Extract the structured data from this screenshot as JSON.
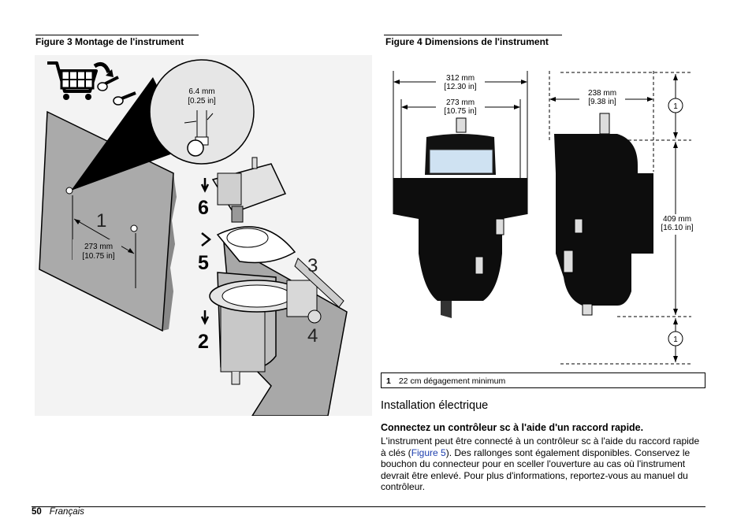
{
  "figure3": {
    "title": "Figure 3  Montage de l'instrument",
    "detail_dim_mm": "6.4 mm",
    "detail_dim_in": "[0.25 in]",
    "spacing_mm": "273 mm",
    "spacing_in": "[10.75 in]",
    "steps": [
      "1",
      "2",
      "3",
      "4",
      "5",
      "6"
    ]
  },
  "figure4": {
    "title": "Figure 4  Dimensions de l'instrument",
    "outer_width_mm": "312 mm",
    "outer_width_in": "[12.30 in]",
    "inner_width_mm": "273 mm",
    "inner_width_in": "[10.75 in]",
    "depth_mm": "238 mm",
    "depth_in": "[9.38 in]",
    "height_mm": "409 mm",
    "height_in": "[16.10 in]",
    "callout": "1"
  },
  "legend": {
    "number": "1",
    "text": "22 cm dégagement minimum"
  },
  "section": {
    "heading": "Installation électrique",
    "subheading": "Connectez un contrôleur sc à l'aide d'un raccord rapide.",
    "para_before_link": "L'instrument peut être connecté à un contrôleur sc à l'aide du raccord rapide à clés (",
    "link_text": "Figure 5",
    "para_after_link": "). Des rallonges sont également disponibles. Conservez le bouchon du connecteur pour en sceller l'ouverture au cas où l'instrument devrait être enlevé. Pour plus d'informations, reportez-vous au manuel du contrôleur."
  },
  "footer": {
    "page_number": "50",
    "language": "Français"
  }
}
